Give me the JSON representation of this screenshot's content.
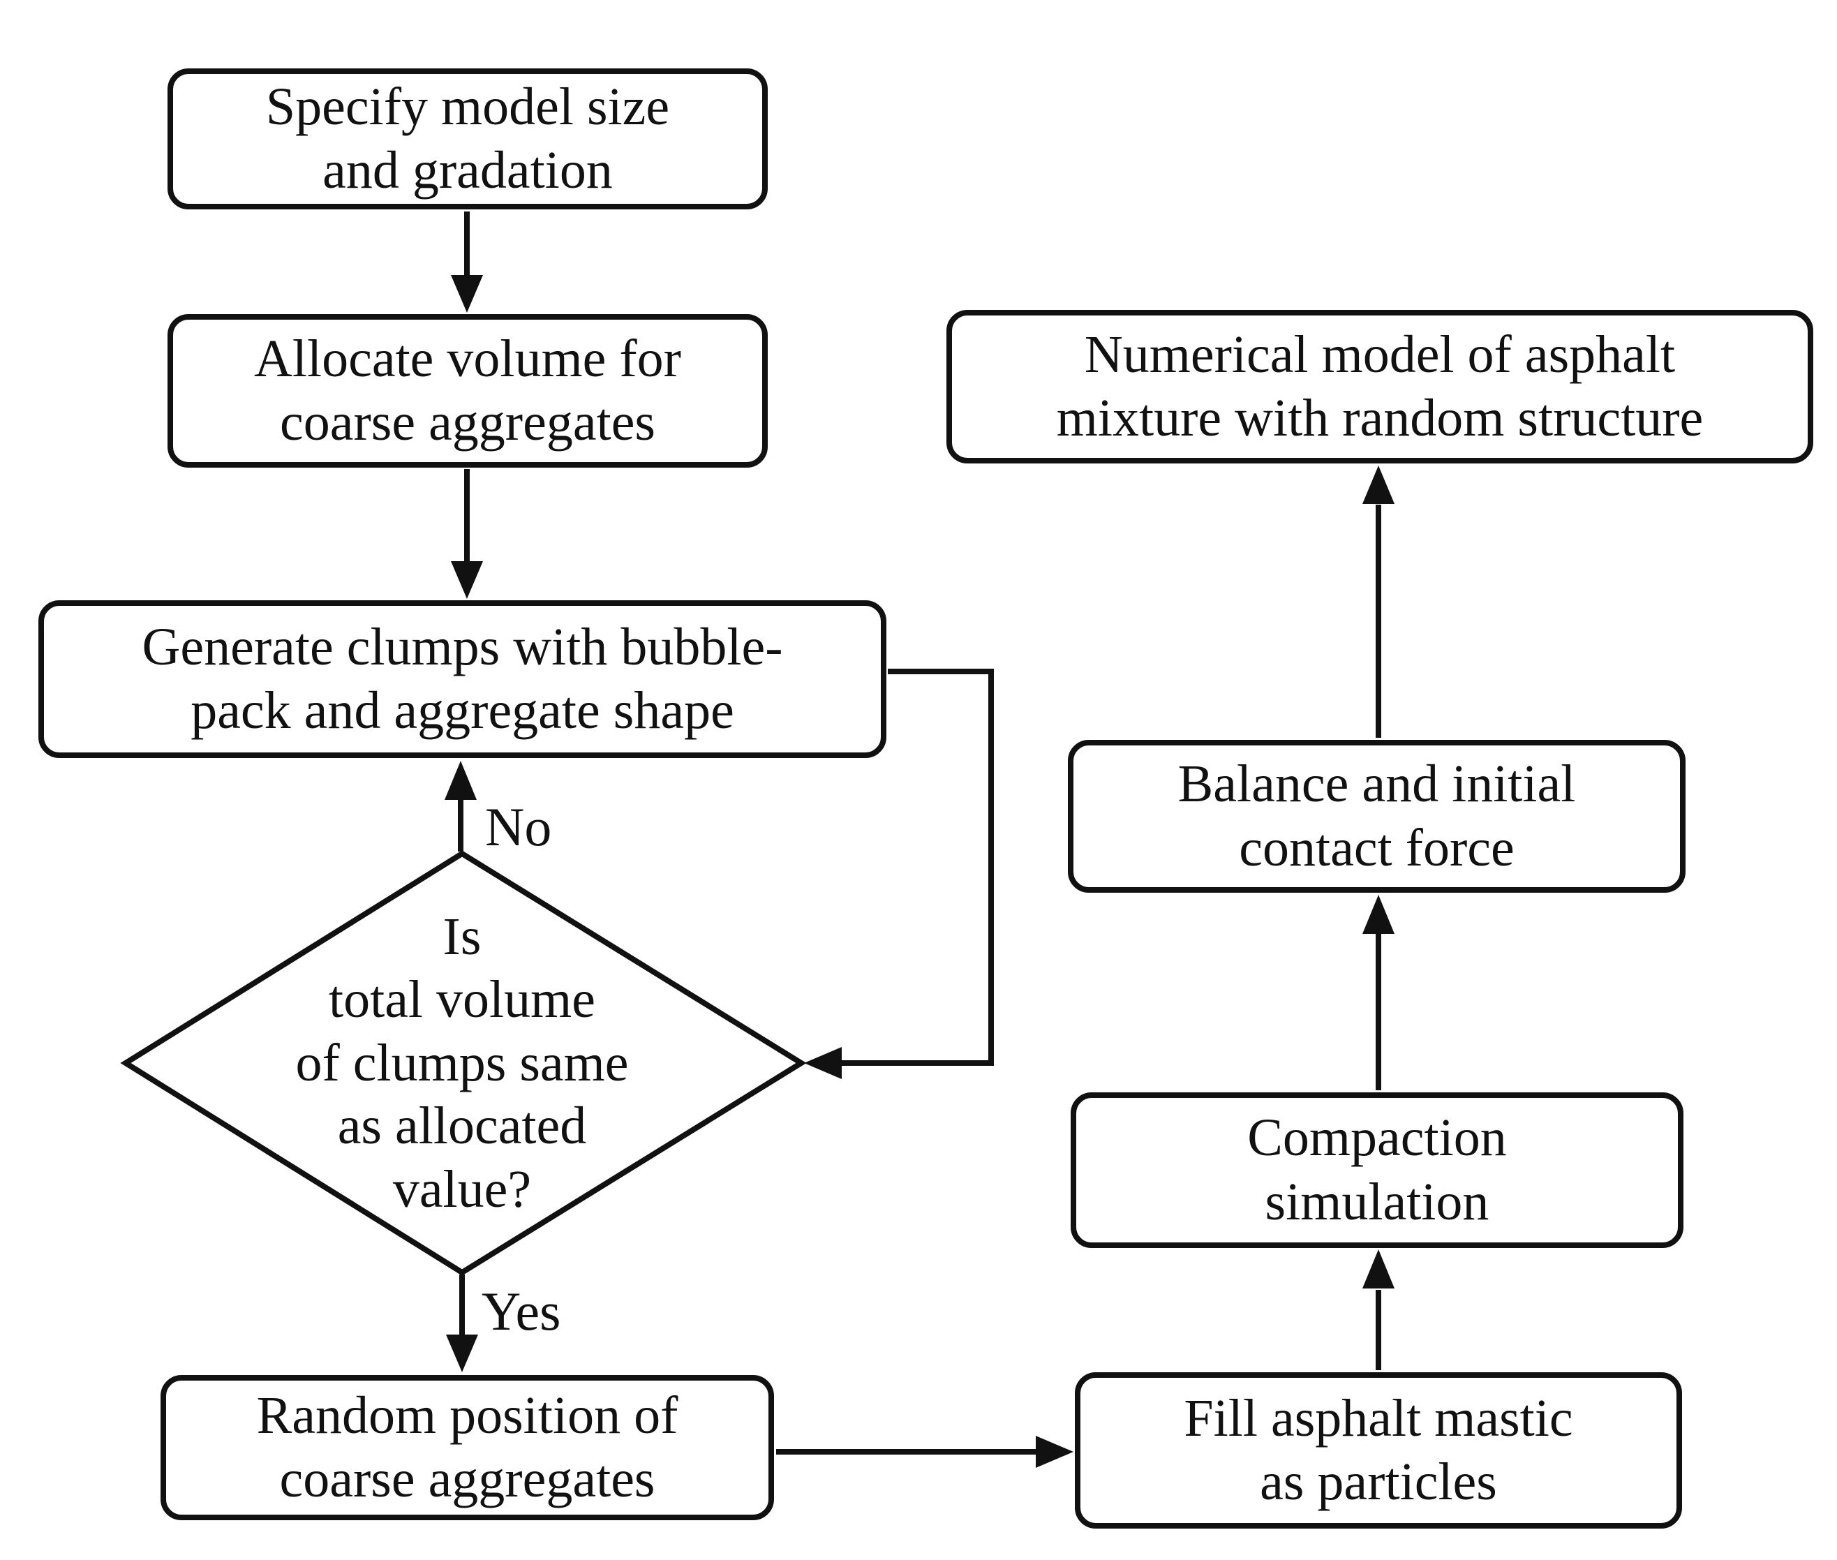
{
  "figure": {
    "type": "flowchart",
    "background_color": "#ffffff",
    "stroke_color": "#111111",
    "text_color": "#111111"
  },
  "nodes": {
    "specify": {
      "shape": "rounded-rect",
      "label": "Specify model size\nand gradation"
    },
    "allocate": {
      "shape": "rounded-rect",
      "label": "Allocate volume for\ncoarse aggregates"
    },
    "generate": {
      "shape": "rounded-rect",
      "label": "Generate clumps with bubble-\npack and aggregate shape"
    },
    "decision": {
      "shape": "diamond",
      "label": "Is\ntotal volume\nof clumps same\nas allocated\nvalue?"
    },
    "random_position": {
      "shape": "rounded-rect",
      "label": "Random position of\ncoarse aggregates"
    },
    "fill_mastic": {
      "shape": "rounded-rect",
      "label": "Fill asphalt mastic\nas particles"
    },
    "compaction": {
      "shape": "rounded-rect",
      "label": "Compaction\nsimulation"
    },
    "balance": {
      "shape": "rounded-rect",
      "label": "Balance and initial\ncontact force"
    },
    "numerical_model": {
      "shape": "rounded-rect",
      "label": "Numerical model of asphalt\nmixture with random structure"
    }
  },
  "edge_labels": {
    "no": "No",
    "yes": "Yes"
  },
  "edges": [
    {
      "from": "specify",
      "to": "allocate",
      "label": ""
    },
    {
      "from": "allocate",
      "to": "generate",
      "label": ""
    },
    {
      "from": "generate",
      "to": "decision",
      "label": "",
      "route": "right-side loop into diamond right vertex"
    },
    {
      "from": "decision",
      "to": "generate",
      "label": "No"
    },
    {
      "from": "decision",
      "to": "random_position",
      "label": "Yes"
    },
    {
      "from": "random_position",
      "to": "fill_mastic",
      "label": ""
    },
    {
      "from": "fill_mastic",
      "to": "compaction",
      "label": ""
    },
    {
      "from": "compaction",
      "to": "balance",
      "label": ""
    },
    {
      "from": "balance",
      "to": "numerical_model",
      "label": ""
    }
  ]
}
